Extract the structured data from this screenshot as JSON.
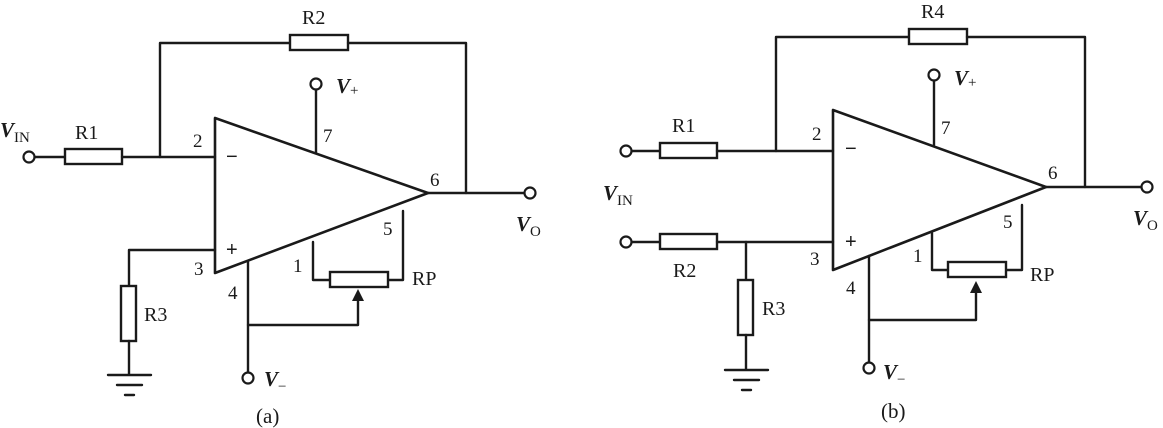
{
  "diagrams": [
    {
      "caption": "(a)",
      "resistors": [
        "R1",
        "R2",
        "R3"
      ],
      "pot": "RP",
      "pins": {
        "inv": "2",
        "noninv": "3",
        "vneg": "4",
        "out": "6",
        "vpos": "7",
        "null1": "1",
        "null5": "5"
      },
      "signs": {
        "minus": "−",
        "plus": "+"
      },
      "vin": {
        "main": "V",
        "sub": "IN"
      },
      "vout": {
        "main": "V",
        "sub": "O"
      },
      "vplus": {
        "main": "V",
        "sub": "+"
      },
      "vminus": {
        "main": "V",
        "sub": "−"
      }
    },
    {
      "caption": "(b)",
      "resistors": [
        "R1",
        "R4",
        "R2",
        "R3"
      ],
      "pot": "RP",
      "pins": {
        "inv": "2",
        "noninv": "3",
        "vneg": "4",
        "out": "6",
        "vpos": "7",
        "null1": "1",
        "null5": "5"
      },
      "signs": {
        "minus": "−",
        "plus": "+"
      },
      "vin": {
        "main": "V",
        "sub": "IN"
      },
      "vout": {
        "main": "V",
        "sub": "O"
      },
      "vplus": {
        "main": "V",
        "sub": "+"
      },
      "vminus": {
        "main": "V",
        "sub": "−"
      }
    }
  ]
}
